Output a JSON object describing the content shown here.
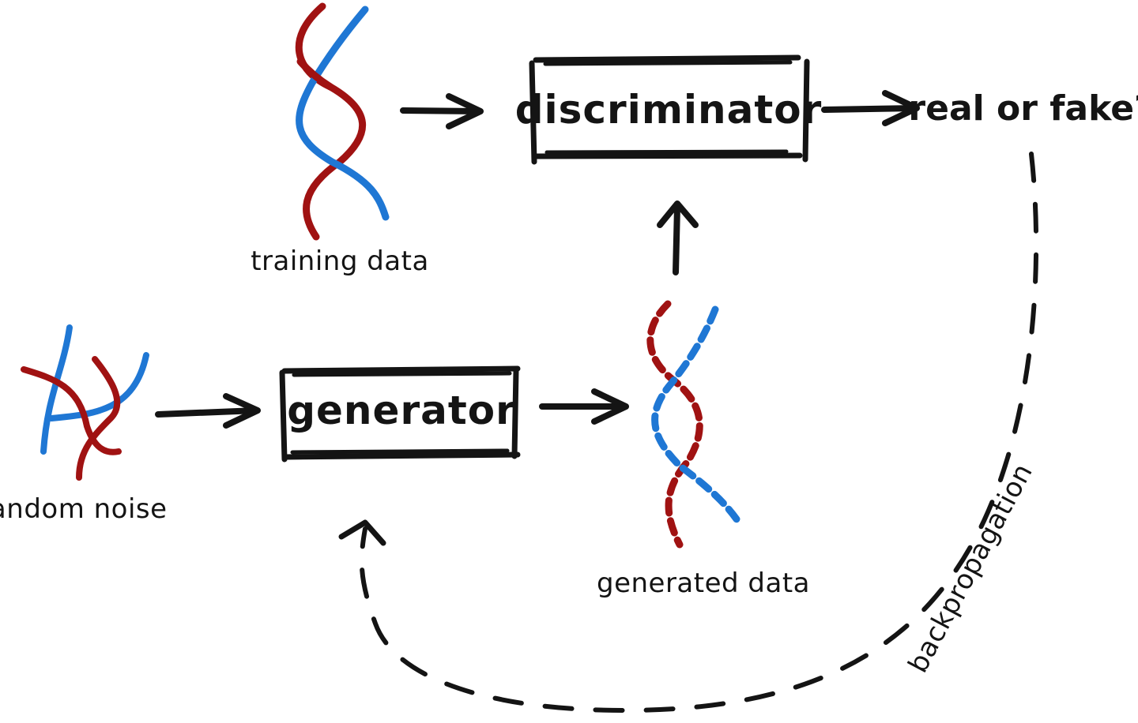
{
  "colors": {
    "ink": "#141414",
    "strand_red": "#a01212",
    "strand_blue": "#1f77d4",
    "background": "#ffffff"
  },
  "nodes": {
    "discriminator": {
      "label": "discriminator"
    },
    "generator": {
      "label": "generator"
    },
    "output": {
      "label": "real or fake?"
    }
  },
  "captions": {
    "training_data": "training data",
    "random_noise": "random noise",
    "generated_data": "generated data",
    "backpropagation": "backpropagation"
  },
  "icons": {
    "training_data": "dna-helix-icon",
    "random_noise": "tangled-strands-icon",
    "generated_data": "dashed-dna-helix-icon"
  }
}
